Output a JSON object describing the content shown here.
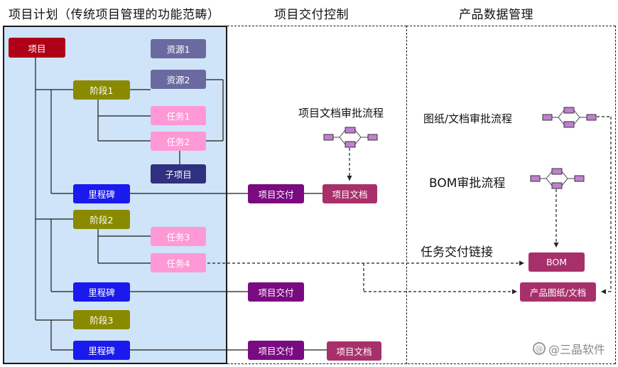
{
  "headers": {
    "plan": "项目计划（传统项目管理的功能范畴）",
    "delivery": "项目交付控制",
    "pdm": "产品数据管理"
  },
  "plan_nodes": {
    "project": "项目",
    "resource1": "资源1",
    "resource2": "资源2",
    "stage1": "阶段1",
    "task1": "任务1",
    "task2": "任务2",
    "subproject": "子项目",
    "milestone1": "里程碑",
    "stage2": "阶段2",
    "task3": "任务3",
    "task4": "任务4",
    "milestone2": "里程碑",
    "stage3": "阶段3",
    "milestone3": "里程碑"
  },
  "delivery_nodes": {
    "deliverable1": "项目交付",
    "document1": "项目文档",
    "deliverable2": "项目交付",
    "deliverable3": "项目交付",
    "document3": "项目文档"
  },
  "pdm_nodes": {
    "bom": "BOM",
    "drawing_doc": "产品图纸/文档"
  },
  "labels": {
    "doc_approval": "项目文档审批流程",
    "drawing_approval": "图纸/文档审批流程",
    "bom_approval": "BOM审批流程",
    "task_link": "任务交付链接"
  },
  "watermark": {
    "icon": "weibo-at-icon",
    "text": "@三晶软件"
  },
  "colors": {
    "plan_bg": "#cfe4f8",
    "project": "#b00018",
    "resource": "#6a6aa0",
    "stage": "#8a8a00",
    "task": "#ff99d6",
    "subproject": "#303080",
    "milestone": "#1a1aee",
    "deliverable": "#7a0a80",
    "document": "#a8306a",
    "flow_box": "#c080d0"
  }
}
